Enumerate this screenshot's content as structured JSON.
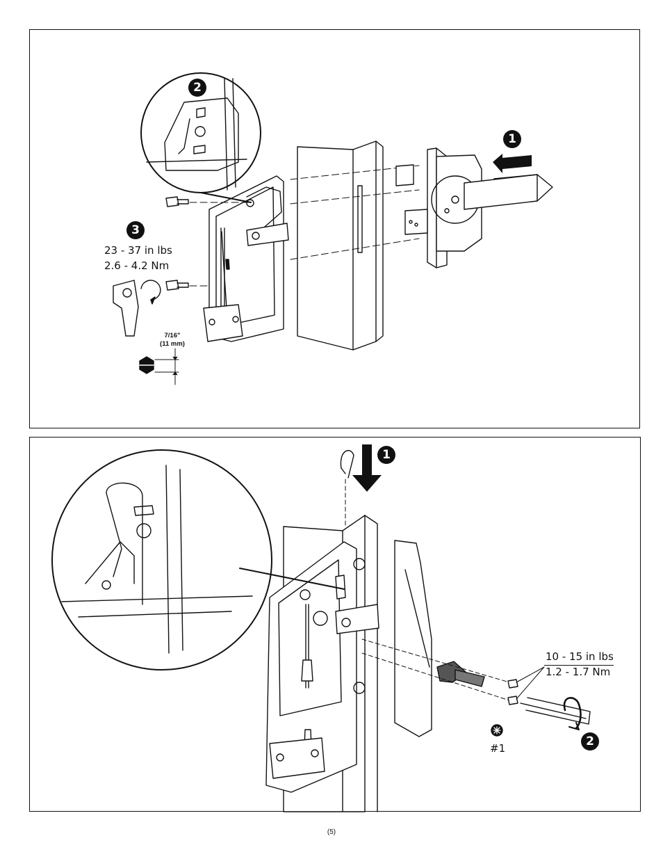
{
  "page_number": "(5)",
  "top_panel": {
    "step_badges": [
      "1",
      "2",
      "3"
    ],
    "torque_in_lbs": "23 - 37 in lbs",
    "torque_nm": "2.6 - 4.2 Nm",
    "socket_size_in": "7/16\"",
    "socket_size_mm": "(11 mm)",
    "icons": [
      "push-arrow-icon",
      "socket-wrench-icon",
      "hex-socket-icon"
    ]
  },
  "bottom_panel": {
    "step_badges": [
      "1",
      "2"
    ],
    "torque_in_lbs": "10 - 15 in lbs",
    "torque_nm": "1.2 - 1.7 Nm",
    "driver_size": "#1",
    "icons": [
      "down-arrow-icon",
      "rotate-arrow-icon",
      "phillips-driver-icon"
    ]
  }
}
